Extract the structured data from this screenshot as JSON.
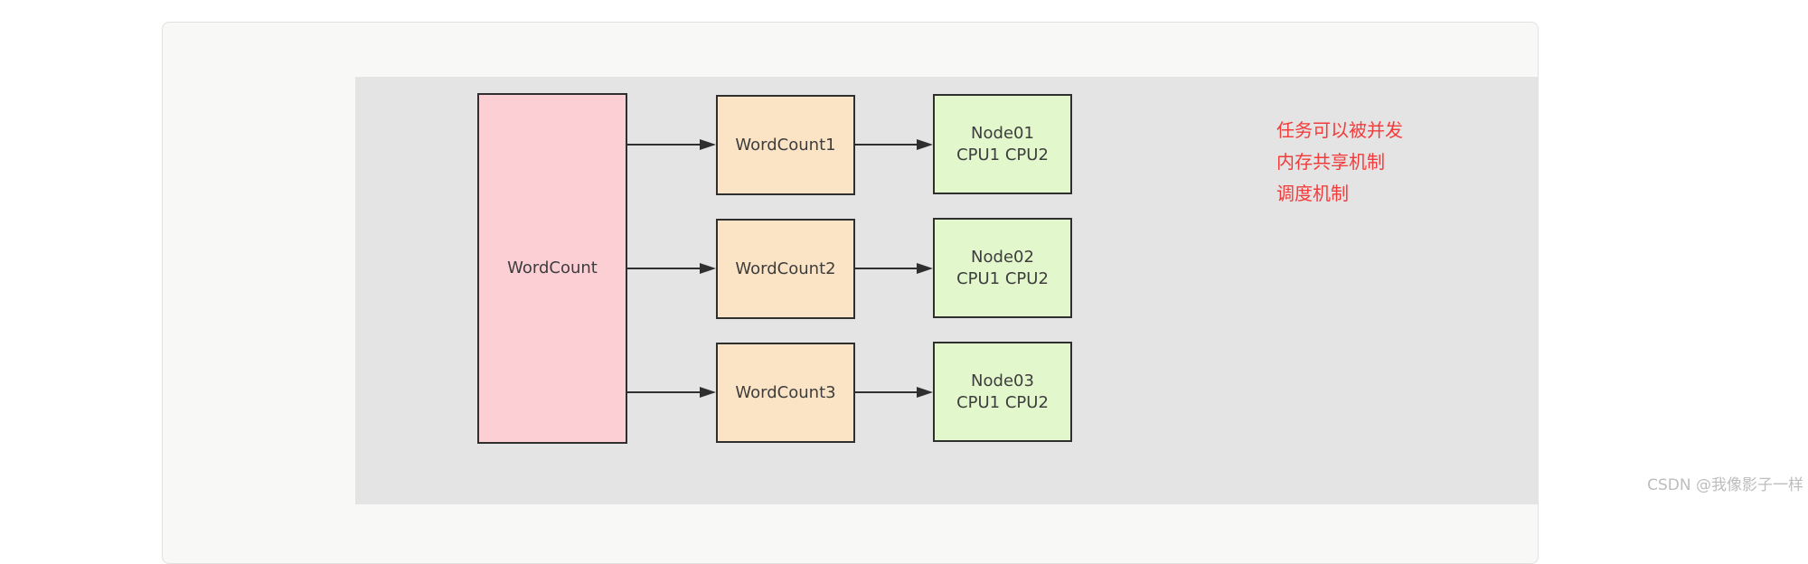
{
  "page": {
    "background": "#ffffff"
  },
  "card": {
    "background": "#f8f8f6",
    "border_color": "#e3e1dd"
  },
  "canvas": {
    "background": "#e4e4e4"
  },
  "diagram": {
    "type": "flowchart",
    "source": {
      "label": "WordCount",
      "fill": "#fccfd4",
      "border": "#2f2f2f"
    },
    "workers": [
      {
        "label": "WordCount1",
        "fill": "#fbe4c5"
      },
      {
        "label": "WordCount2",
        "fill": "#fbe4c5"
      },
      {
        "label": "WordCount3",
        "fill": "#fbe4c5"
      }
    ],
    "nodes": [
      {
        "title": "Node01",
        "subtitle": "CPU1 CPU2",
        "fill": "#e3f7cd"
      },
      {
        "title": "Node02",
        "subtitle": "CPU1 CPU2",
        "fill": "#e3f7cd"
      },
      {
        "title": "Node03",
        "subtitle": "CPU1 CPU2",
        "fill": "#e3f7cd"
      }
    ],
    "edges": [
      {
        "from": "WordCount",
        "to": "WordCount1"
      },
      {
        "from": "WordCount",
        "to": "WordCount2"
      },
      {
        "from": "WordCount",
        "to": "WordCount3"
      },
      {
        "from": "WordCount1",
        "to": "Node01"
      },
      {
        "from": "WordCount2",
        "to": "Node02"
      },
      {
        "from": "WordCount3",
        "to": "Node03"
      }
    ],
    "arrow_color": "#2f2f2f",
    "text_color": "#3d3d3d"
  },
  "annotation": {
    "color": "#f43b3b",
    "lines": [
      "任务可以被并发",
      "内存共享机制",
      "调度机制"
    ]
  },
  "watermark": {
    "text": "CSDN @我像影子一样",
    "color": "#bdbdbd"
  }
}
